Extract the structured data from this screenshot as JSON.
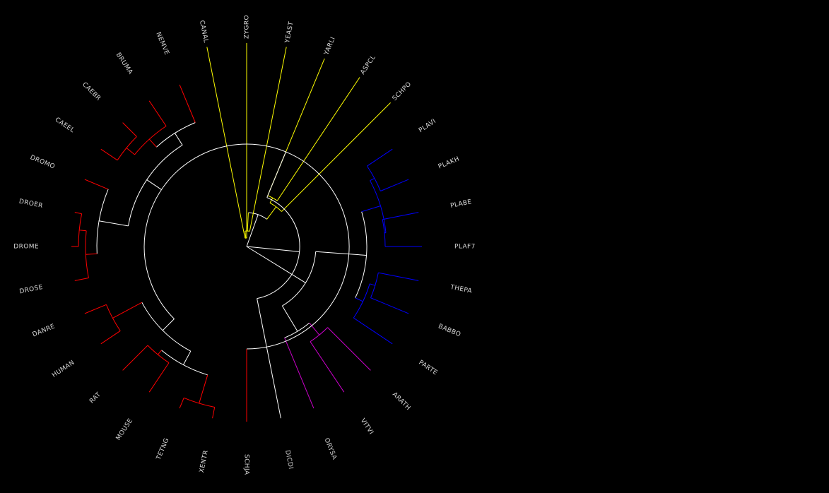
{
  "colors": {
    "background": "#000000",
    "internal": "#ffffff",
    "fungi": "#ffff00",
    "metazoa": "#ff0000",
    "apicomplexa": "#0000ff",
    "plants": "#cc00cc",
    "dictyostelium": "#ffffff",
    "label": "#d8d8d8"
  },
  "leaves": [
    {
      "name": "ZYGRO",
      "group": "fungi"
    },
    {
      "name": "YEAST",
      "group": "fungi"
    },
    {
      "name": "YARLI",
      "group": "fungi"
    },
    {
      "name": "ASPCL",
      "group": "fungi"
    },
    {
      "name": "SCHPO",
      "group": "fungi"
    },
    {
      "name": "PLAVI",
      "group": "apicomplexa"
    },
    {
      "name": "PLAKH",
      "group": "apicomplexa"
    },
    {
      "name": "PLABE",
      "group": "apicomplexa"
    },
    {
      "name": "PLAF7",
      "group": "apicomplexa"
    },
    {
      "name": "THEPA",
      "group": "apicomplexa"
    },
    {
      "name": "BABBO",
      "group": "apicomplexa"
    },
    {
      "name": "PARTE",
      "group": "apicomplexa"
    },
    {
      "name": "ARATH",
      "group": "plants"
    },
    {
      "name": "VITVI",
      "group": "plants"
    },
    {
      "name": "ORYSA",
      "group": "plants"
    },
    {
      "name": "DICDI",
      "group": "dictyostelium"
    },
    {
      "name": "SCHJA",
      "group": "metazoa"
    },
    {
      "name": "XENTR",
      "group": "metazoa"
    },
    {
      "name": "TETNG",
      "group": "metazoa"
    },
    {
      "name": "MOUSE",
      "group": "metazoa"
    },
    {
      "name": "RAT",
      "group": "metazoa"
    },
    {
      "name": "HUMAN",
      "group": "metazoa"
    },
    {
      "name": "DANRE",
      "group": "metazoa"
    },
    {
      "name": "DROSE",
      "group": "metazoa"
    },
    {
      "name": "DROME",
      "group": "metazoa"
    },
    {
      "name": "DROER",
      "group": "metazoa"
    },
    {
      "name": "DROMO",
      "group": "metazoa"
    },
    {
      "name": "CAEEL",
      "group": "metazoa"
    },
    {
      "name": "CAEBR",
      "group": "metazoa"
    },
    {
      "name": "BRUMA",
      "group": "metazoa"
    },
    {
      "name": "NEMVE",
      "group": "metazoa"
    },
    {
      "name": "CANAL",
      "group": "fungi"
    }
  ]
}
